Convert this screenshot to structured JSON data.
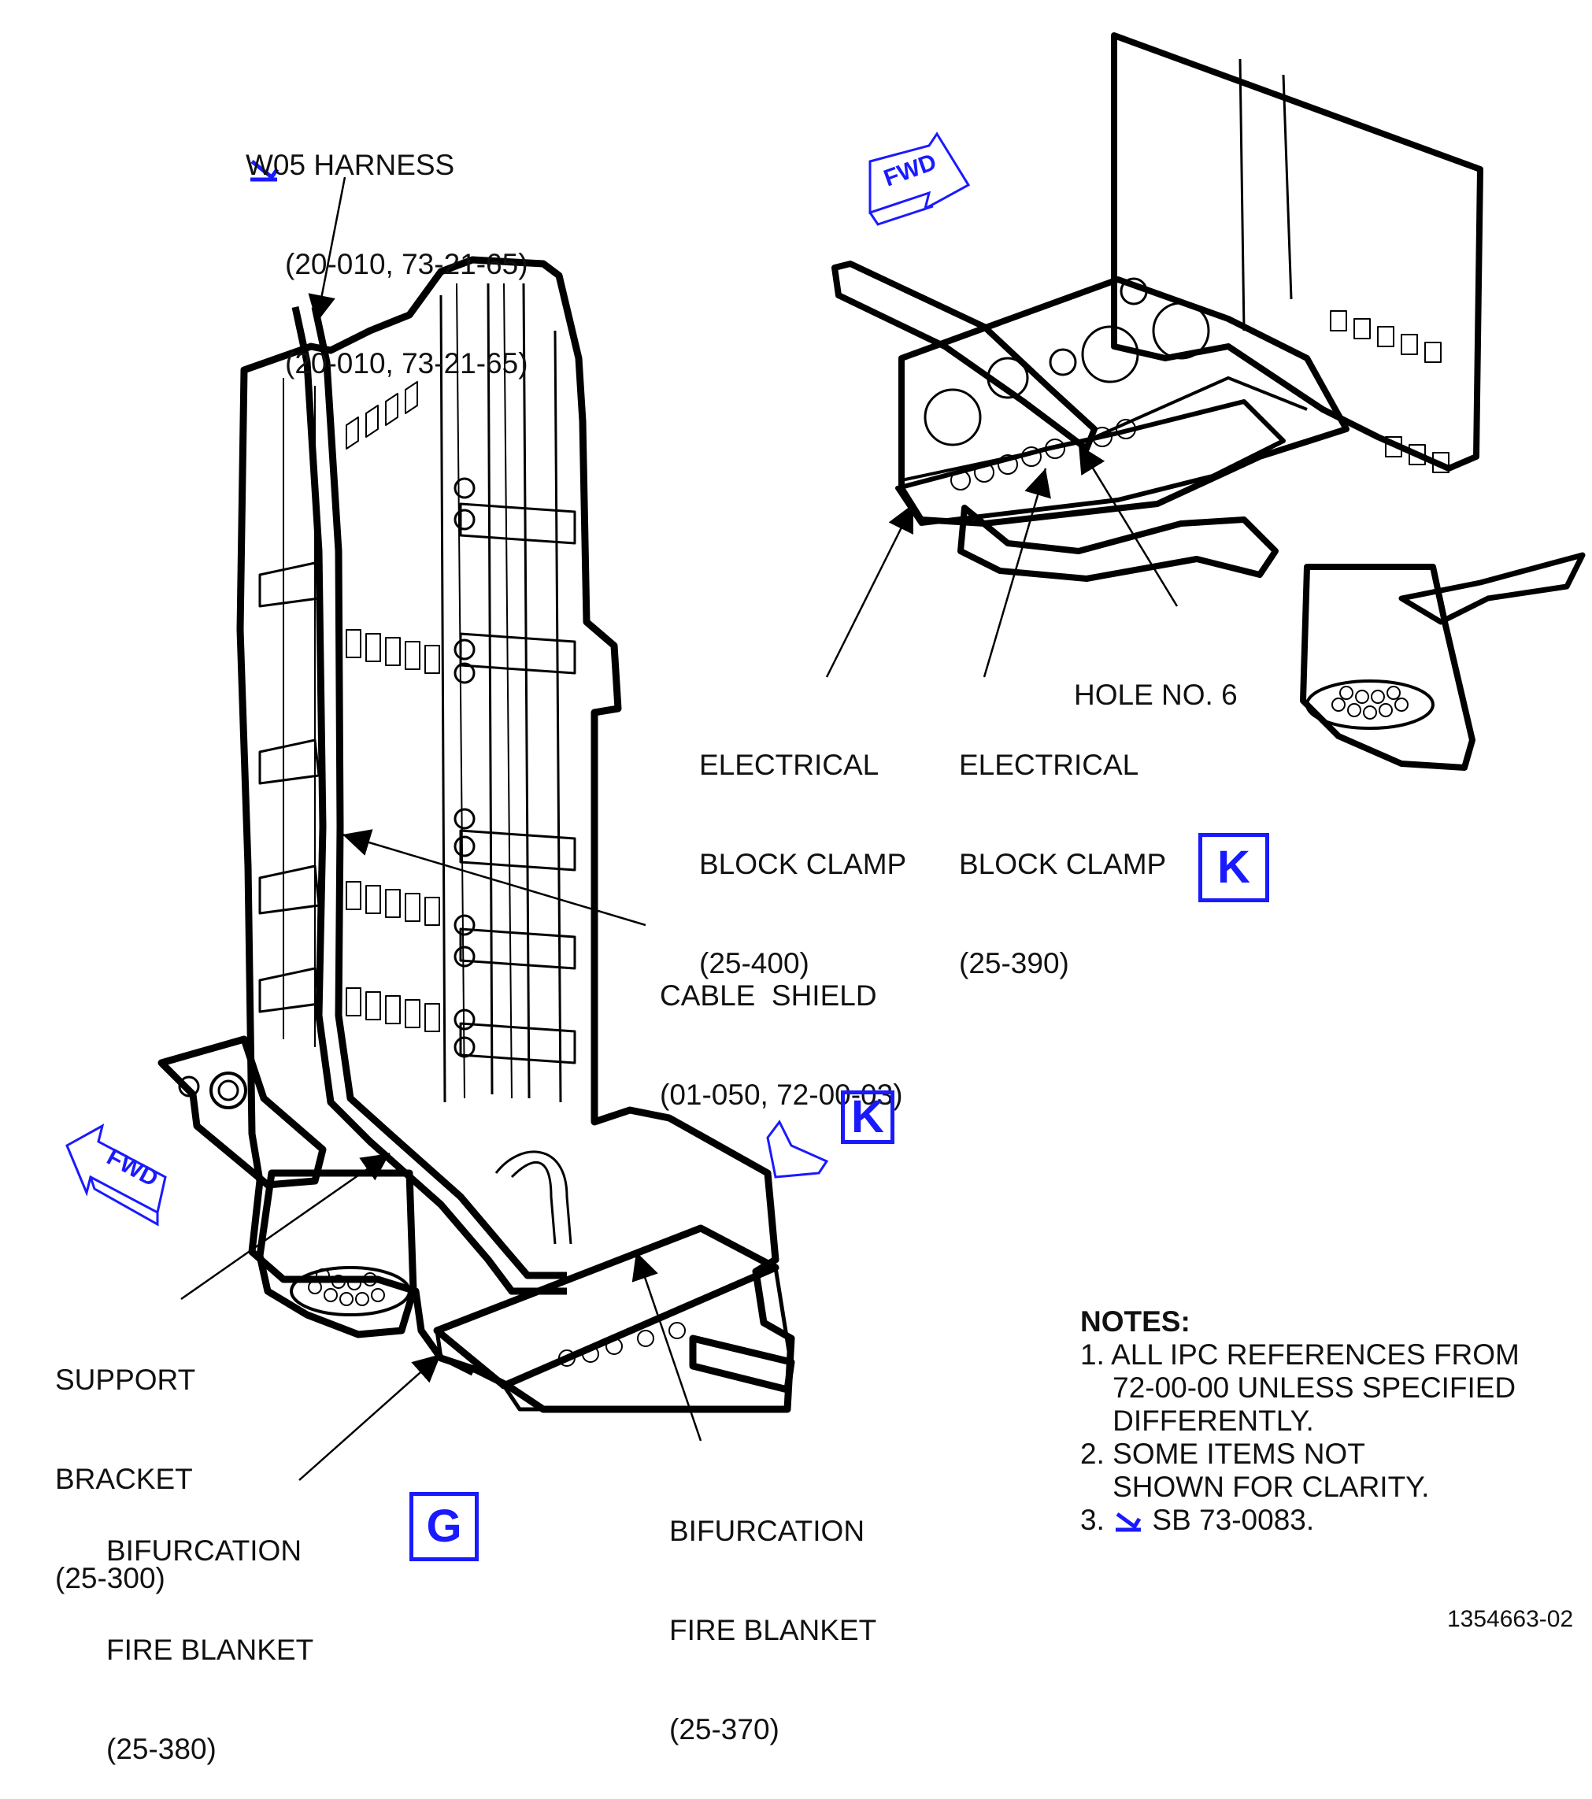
{
  "labels": {
    "w05_harness": [
      "W05 HARNESS",
      "(20-010, 73-21-65)",
      "(20-010, 73-21-65)"
    ],
    "cable_shield": [
      "CABLE  SHIELD",
      "(01-050, 72-00-03)"
    ],
    "support_bracket": [
      "SUPPORT",
      "BRACKET",
      "(25-300)"
    ],
    "bif_blanket_380": [
      "BIFURCATION",
      "FIRE BLANKET",
      "(25-380)"
    ],
    "bif_blanket_370": [
      "BIFURCATION",
      "FIRE BLANKET",
      "(25-370)"
    ],
    "elec_clamp_400": [
      "ELECTRICAL",
      "BLOCK CLAMP",
      "(25-400)"
    ],
    "elec_clamp_390": [
      "ELECTRICAL",
      "BLOCK CLAMP",
      "(25-390)"
    ],
    "hole_no_6": "HOLE NO. 6"
  },
  "fwd_left": "FWD",
  "fwd_right": "FWD",
  "view_k_ref": "K",
  "view_k_title": "K",
  "view_g_title": "G",
  "notes": {
    "title": "NOTES:",
    "n1": [
      "1. ALL IPC REFERENCES FROM",
      "    72-00-00 UNLESS SPECIFIED",
      "    DIFFERENTLY."
    ],
    "n2": [
      "2. SOME ITEMS NOT",
      "    SHOWN FOR CLARITY."
    ],
    "n3_prefix": "3. ",
    "n3_text": " SB 73-0083."
  },
  "doc_number": "1354663-02",
  "colors": {
    "accent": "#1a1aff",
    "ink": "#000000"
  }
}
